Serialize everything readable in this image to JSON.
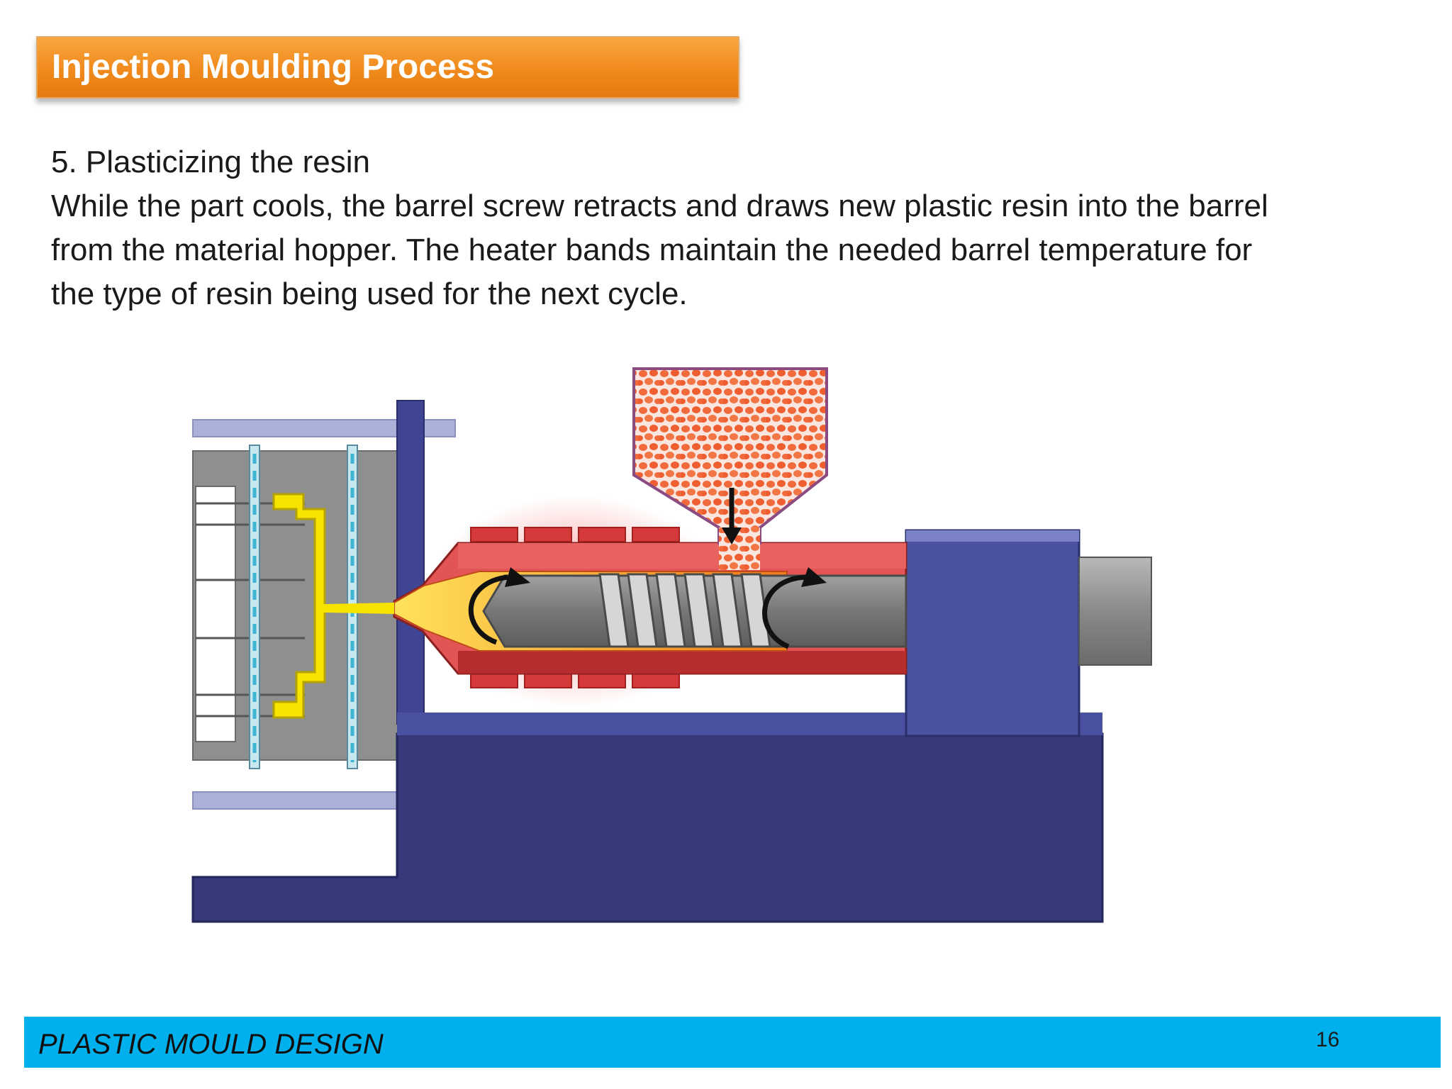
{
  "slide": {
    "title": "Injection Moulding Process",
    "body": {
      "heading": "5. Plasticizing the resin",
      "lines": [
        "While the part cools, the barrel screw retracts and draws new plastic resin into the barrel",
        "from the material hopper. The heater bands maintain the needed barrel temperature for",
        "the type of resin being used for the next cycle."
      ]
    },
    "footer": {
      "label": "PLASTIC MOULD DESIGN",
      "page_number": "16"
    }
  },
  "colors": {
    "title_bar": "#f08a1c",
    "footer_bar": "#00b0ec",
    "machine_body": "#363a78",
    "machine_panel": "#4b53a1",
    "barrel": "#c9363a",
    "melt": "#f5a623",
    "mould": "#f6e300",
    "resin_pellet": "#f06a3c"
  },
  "diagram": {
    "subject": "injection-moulding-machine-cross-section",
    "icons": [
      "hopper-icon",
      "screw-icon",
      "rotation-arrow-icon",
      "down-arrow-icon",
      "heater-band-icon",
      "mould-icon",
      "nozzle-icon"
    ]
  }
}
